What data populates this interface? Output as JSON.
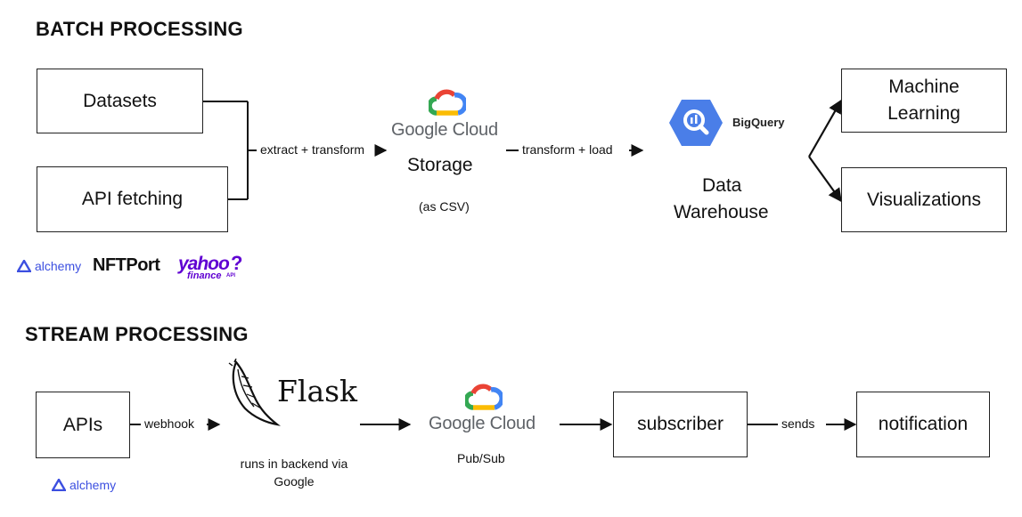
{
  "batch": {
    "heading": "BATCH PROCESSING",
    "datasets": "Datasets",
    "api_fetching": "API fetching",
    "extract_label": "extract + transform",
    "gcs_brand": "Google Cloud",
    "gcs_title": "Storage",
    "gcs_note": "(as CSV)",
    "transform_label": "transform + load",
    "bigquery_brand": "BigQuery",
    "warehouse_line1": "Data",
    "warehouse_line2": "Warehouse",
    "ml_line1": "Machine",
    "ml_line2": "Learning",
    "visualizations": "Visualizations",
    "logos": {
      "alchemy": "alchemy",
      "nftport": "NFTPort",
      "yahoo": "yahoo",
      "yahoo_q": "?",
      "yahoo_sub": "finance",
      "yahoo_api": "API"
    }
  },
  "stream": {
    "heading": "STREAM PROCESSING",
    "apis": "APIs",
    "webhook_label": "webhook",
    "flask_name": "Flask",
    "flask_note": "runs in backend via Google",
    "pubsub_brand": "Google Cloud",
    "pubsub_note": "Pub/Sub",
    "subscriber": "subscriber",
    "sends_label": "sends",
    "notification": "notification",
    "alchemy": "alchemy"
  },
  "colors": {
    "gc_blue": "#4285F4",
    "gc_red": "#EA4335",
    "gc_yellow": "#FBBC04",
    "gc_green": "#34A853",
    "alchemy_blue": "#3c4fe0",
    "yahoo_purple": "#6001D2",
    "bigquery_blue": "#4a7ee8"
  }
}
